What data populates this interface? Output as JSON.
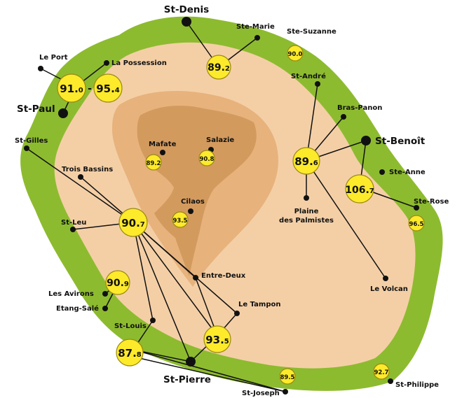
{
  "colors": {
    "coast_green": "#8dbb2f",
    "lowland": "#f4cfa6",
    "highland": "#e7b27c",
    "cirque": "#d39a5e",
    "badge_fill": "#fdea2b",
    "badge_stroke": "#9a8a10",
    "dot": "#111111"
  },
  "places": {
    "st_denis": "St-Denis",
    "ste_marie": "Ste-Marie",
    "ste_suzanne": "Ste-Suzanne",
    "le_port": "Le Port",
    "la_possession": "La Possession",
    "st_paul": "St-Paul",
    "st_andre": "St-André",
    "bras_panon": "Bras-Panon",
    "st_benoit": "St-Benoît",
    "st_gilles": "St-Gilles",
    "mafate": "Mafate",
    "salazie": "Salazie",
    "trois_bassins": "Trois Bassins",
    "ste_anne": "Ste-Anne",
    "cilaos": "Cilaos",
    "plaine_1": "Plaine",
    "plaine_2": "des Palmistes",
    "ste_rose": "Ste-Rose",
    "st_leu": "St-Leu",
    "entre_deux": "Entre-Deux",
    "le_volcan": "Le Volcan",
    "les_avirons": "Les Avirons",
    "le_tampon": "Le Tampon",
    "etang_sale": "Etang-Salé",
    "st_louis": "St-Louis",
    "st_pierre": "St-Pierre",
    "st_joseph": "St-Joseph",
    "st_philippe": "St-Philippe"
  },
  "frequencies": {
    "st_denis": {
      "main": "89.",
      "dec": "2"
    },
    "ste_suzanne": "90.0",
    "le_port": {
      "main": "91.",
      "dec": "0"
    },
    "dash": "-",
    "la_possession": {
      "main": "95.",
      "dec": "4"
    },
    "mafate": "89.2",
    "salazie": "90.8",
    "st_benoit": {
      "main": "89.",
      "dec": "6"
    },
    "ste_anne": {
      "main": "106.",
      "dec": "7"
    },
    "cilaos": "93.5",
    "st_leu": {
      "main": "90.",
      "dec": "7"
    },
    "ste_rose": "96.5",
    "les_avirons": {
      "main": "90.",
      "dec": "9"
    },
    "st_louis": {
      "main": "87.",
      "dec": "8"
    },
    "le_tampon": {
      "main": "93.",
      "dec": "5"
    },
    "st_joseph": "89.5",
    "st_philippe": "92.7"
  }
}
